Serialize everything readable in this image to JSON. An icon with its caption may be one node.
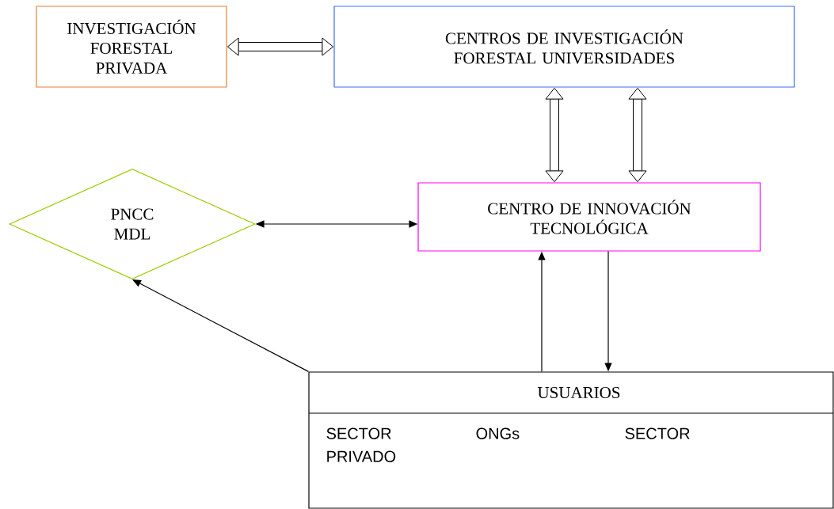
{
  "diagram": {
    "nodes": [
      {
        "text": [
          "INVESTIGACIÓN FORESTAL PRIVADA"
        ]
      },
      {
        "text": [
          "CENTROS DE INVESTIGACIÓN FORESTAL UNIVERSIDADES"
        ]
      },
      {
        "text": [
          "PNCC MDL"
        ]
      },
      {
        "text": [
          "CENTRO DE INNOVACIÓN TECNOLÓGICA"
        ]
      },
      {
        "text": [
          "USUARIOS",
          "SECTOR PRIVADO",
          "ONGs",
          "SECTOR"
        ]
      }
    ],
    "edges": [
      {
        "from": 0,
        "to": 1,
        "arrow": "both",
        "style": "thick"
      },
      {
        "from": 1,
        "to": 3,
        "arrow": "both",
        "style": "thick"
      },
      {
        "from": 1,
        "to": 3,
        "arrow": "both",
        "style": "thick"
      },
      {
        "from": 2,
        "to": 3,
        "arrow": "both"
      },
      {
        "from": 4,
        "to": 3,
        "arrow": "to"
      },
      {
        "from": 3,
        "to": 4,
        "arrow": "to"
      },
      {
        "from": 4,
        "to": 2,
        "arrow": "to"
      }
    ]
  }
}
